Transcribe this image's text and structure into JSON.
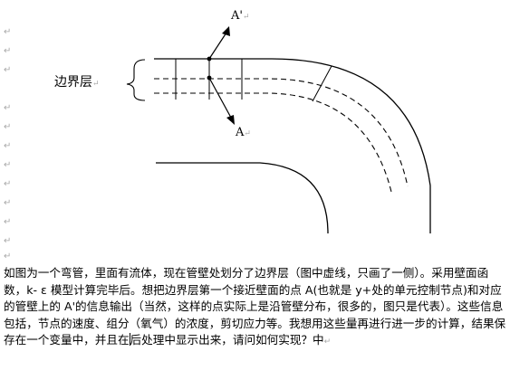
{
  "figure": {
    "boundary_label": "边界层",
    "point_label_top": "A'",
    "point_label_bottom": "A"
  },
  "paragraph_mark": "↵",
  "body": {
    "text_before_cursor": "  如图为一个弯管，里面有流体，现在管壁处划分了边界层（图中虚线，只画了一侧）。采用壁面函数，k- ε 模型计算完毕后。想把边界层第一个接近壁面的点 A(也就是 y+处的单元控制节点)和对应的管壁上的 A'的信息输出（当然，这样的点实际上是沿管壁分布，很多的，图只是代表）。这些信息包括，节点的速度、组分（氧气）的浓度，剪切应力等。我想用这些量再进行进一步的计算，结果保存在一个变量中，并且在",
    "text_after_cursor": "后处理中显示出来，请问如何实现？中"
  }
}
